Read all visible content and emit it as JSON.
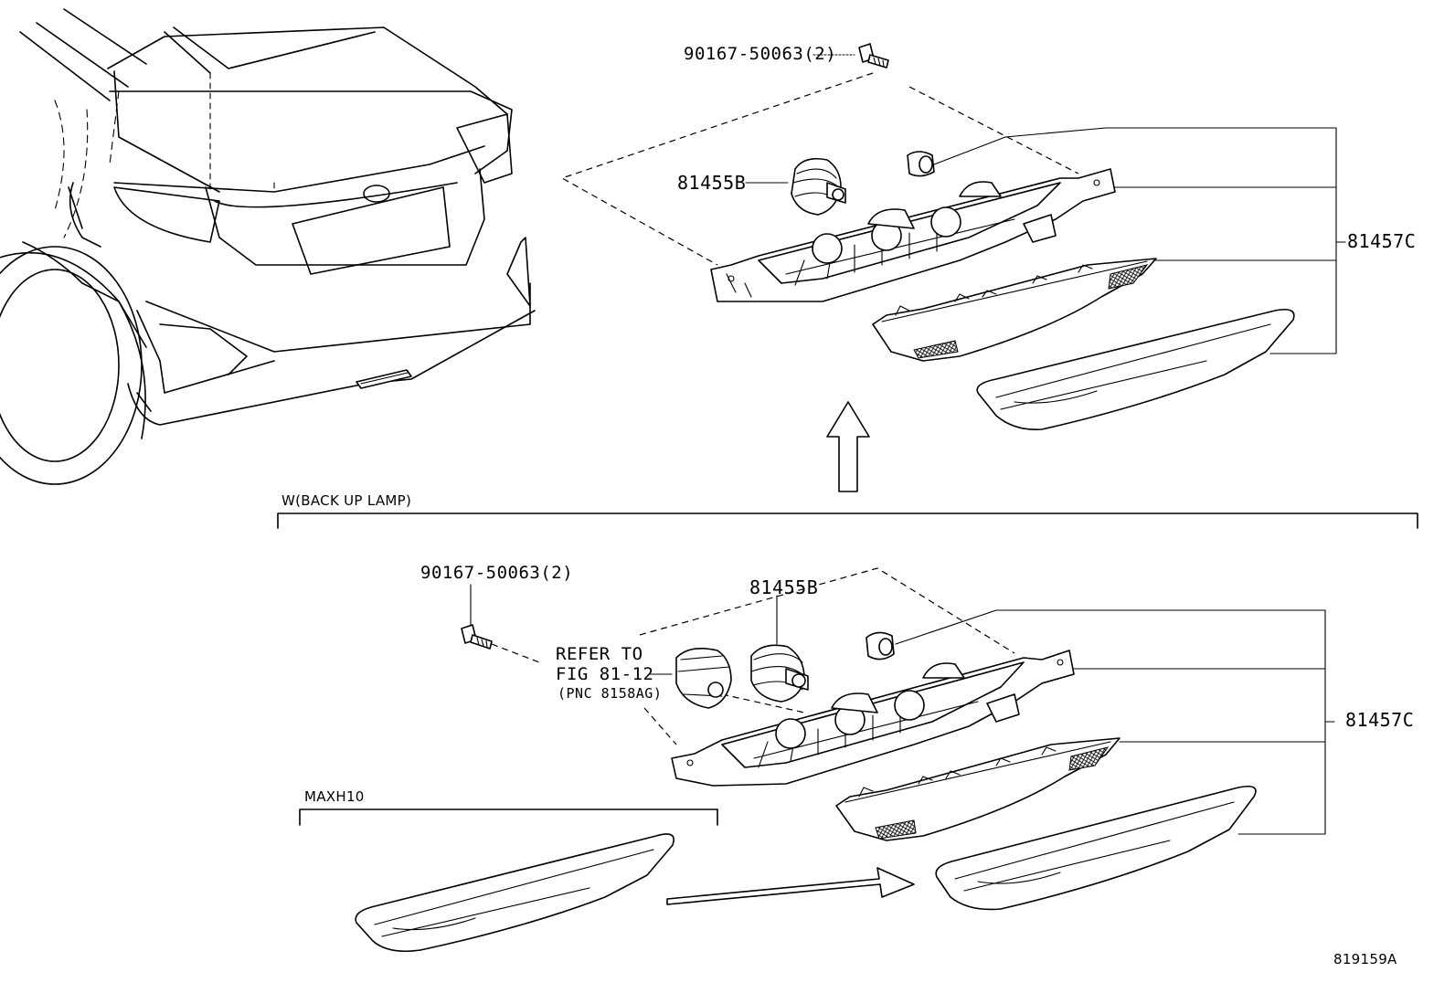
{
  "diagram": {
    "labels": {
      "top_bolt": "90167-50063(2)",
      "top_socket": "81455B",
      "top_assembly": "81457C",
      "section_title": "W(BACK UP LAMP)",
      "bottom_bolt": "90167-50063(2)",
      "bottom_socket": "81455B",
      "refer_line1": "REFER TO",
      "refer_line2": "FIG 81-12",
      "refer_line3": "(PNC 8158AG)",
      "bottom_assembly": "81457C",
      "variant": "MAXH10",
      "figure_id": "819159A"
    }
  }
}
